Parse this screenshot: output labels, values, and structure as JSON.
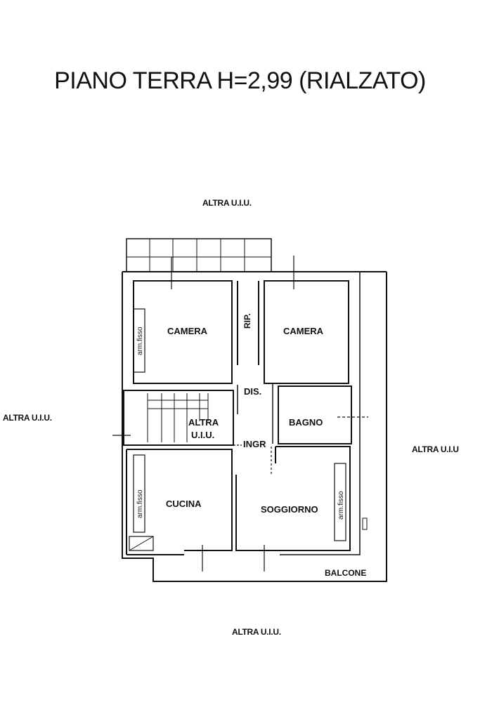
{
  "title": "PIANO TERRA H=2,99 (RIALZATO)",
  "neighbors": {
    "top": "ALTRA U.I.U.",
    "left": "ALTRA U.I.U.",
    "right": "ALTRA U.I.U",
    "bottom": "ALTRA U.I.U."
  },
  "rooms": {
    "camera_left": "CAMERA",
    "camera_right": "CAMERA",
    "rip": "RIP.",
    "dis": "DIS.",
    "bagno": "BAGNO",
    "altra_uiu_line1": "ALTRA",
    "altra_uiu_line2": "U.I.U.",
    "ingr": "INGR",
    "cucina": "CUCINA",
    "soggiorno": "SOGGIORNO",
    "balcone": "BALCONE"
  },
  "furniture": {
    "armadio_camera": "arm.fisso",
    "armadio_cucina": "arm.fisso",
    "armadio_soggiorno": "arm.fisso"
  }
}
